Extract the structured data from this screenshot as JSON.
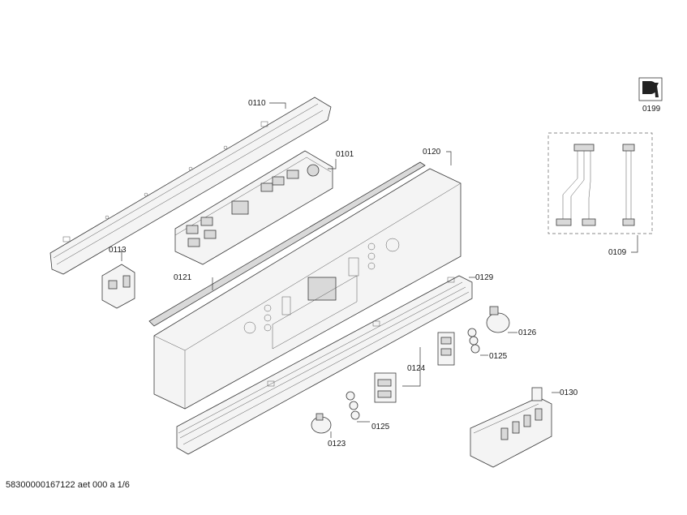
{
  "labels": {
    "p0110": "0110",
    "p0101": "0101",
    "p0120": "0120",
    "p0113": "0113",
    "p0121": "0121",
    "p0129": "0129",
    "p0126": "0126",
    "p0125a": "0125",
    "p0124": "0124",
    "p0130": "0130",
    "p0125b": "0125",
    "p0123": "0123",
    "p0109": "0109",
    "p0199": "0199"
  },
  "footer": "58300000167122 aet 000 a 1/6"
}
